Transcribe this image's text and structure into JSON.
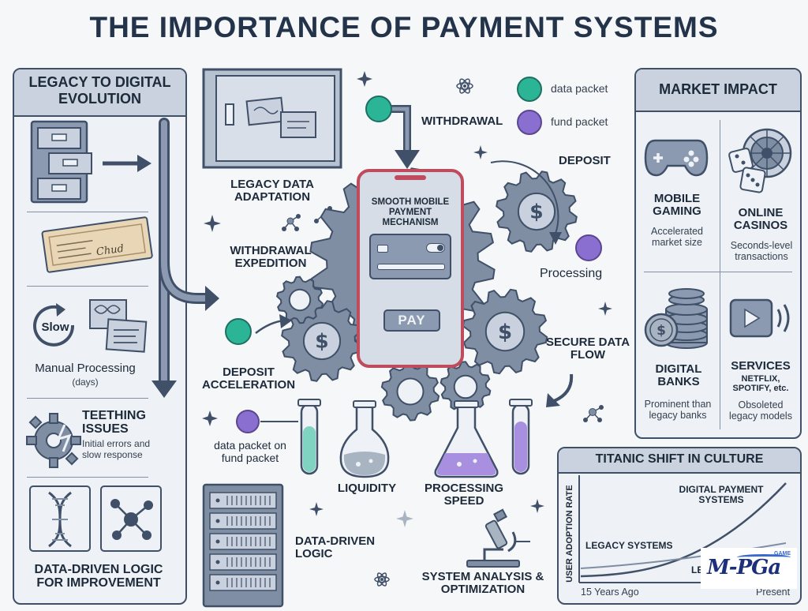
{
  "title": "THE IMPORTANCE OF PAYMENT SYSTEMS",
  "left_panel": {
    "header": "LEGACY TO DIGITAL EVOLUTION",
    "slow_badge": "Slow",
    "manual_processing": "Manual Processing",
    "manual_processing_days": "(days)",
    "teething_title": "TEETHING ISSUES",
    "teething_desc": "Initial errors and slow response",
    "data_logic": "DATA-DRIVEN LOGIC FOR IMPROVEMENT",
    "cheque_signature": "Chud"
  },
  "center": {
    "legacy_data_adaptation": "LEGACY DATA ADAPTATION",
    "withdrawal": "WITHDRAWAL",
    "deposit": "DEPOSIT",
    "withdrawal_expedition": "WITHDRAWAL EXPEDITION",
    "processing": "Processing",
    "deposit_acceleration": "DEPOSIT ACCELERATION",
    "secure_data_flow": "SECURE DATA FLOW",
    "phone_title": "SMOOTH MOBILE PAYMENT MECHANISM",
    "pay_button": "PAY",
    "data_packet_on_fund_packet": "data packet on fund packet",
    "liquidity": "LIQUIDITY",
    "processing_speed": "PROCESSING SPEED",
    "data_driven_logic": "DATA-DRIVEN LOGIC",
    "system_analysis": "SYSTEM ANALYSIS & OPTIMIZATION"
  },
  "legend": {
    "data_packet": "data packet",
    "fund_packet": "fund packet",
    "data_color": "#2bb596",
    "fund_color": "#8a6fd0"
  },
  "market": {
    "header": "MARKET IMPACT",
    "mobile_gaming_title": "MOBILE GAMING",
    "mobile_gaming_desc": "Accelerated market size",
    "online_casinos_title": "ONLINE CASINOS",
    "online_casinos_desc": "Seconds-level transactions",
    "digital_banks_title": "DIGITAL BANKS",
    "digital_banks_desc": "Prominent than legacy banks",
    "services_title": "SERVICES",
    "services_sub": "NETFLIX, SPOTIFY, etc.",
    "services_desc": "Obsoleted legacy models"
  },
  "shift": {
    "header": "TITANIC SHIFT IN CULTURE",
    "y_label": "USER ADOPTION RATE",
    "x_start": "15 Years Ago",
    "x_end": "Present",
    "digital_series": "DIGITAL PAYMENT SYSTEMS",
    "legacy_series": "LEGACY SYSTEMS",
    "legacy_clipped": "LE"
  },
  "logo": {
    "text": "M-PGa",
    "small": "GAME"
  },
  "colors": {
    "navy": "#3f5068",
    "gear": "#7f8ea3",
    "phone_frame": "#c04b5c"
  }
}
